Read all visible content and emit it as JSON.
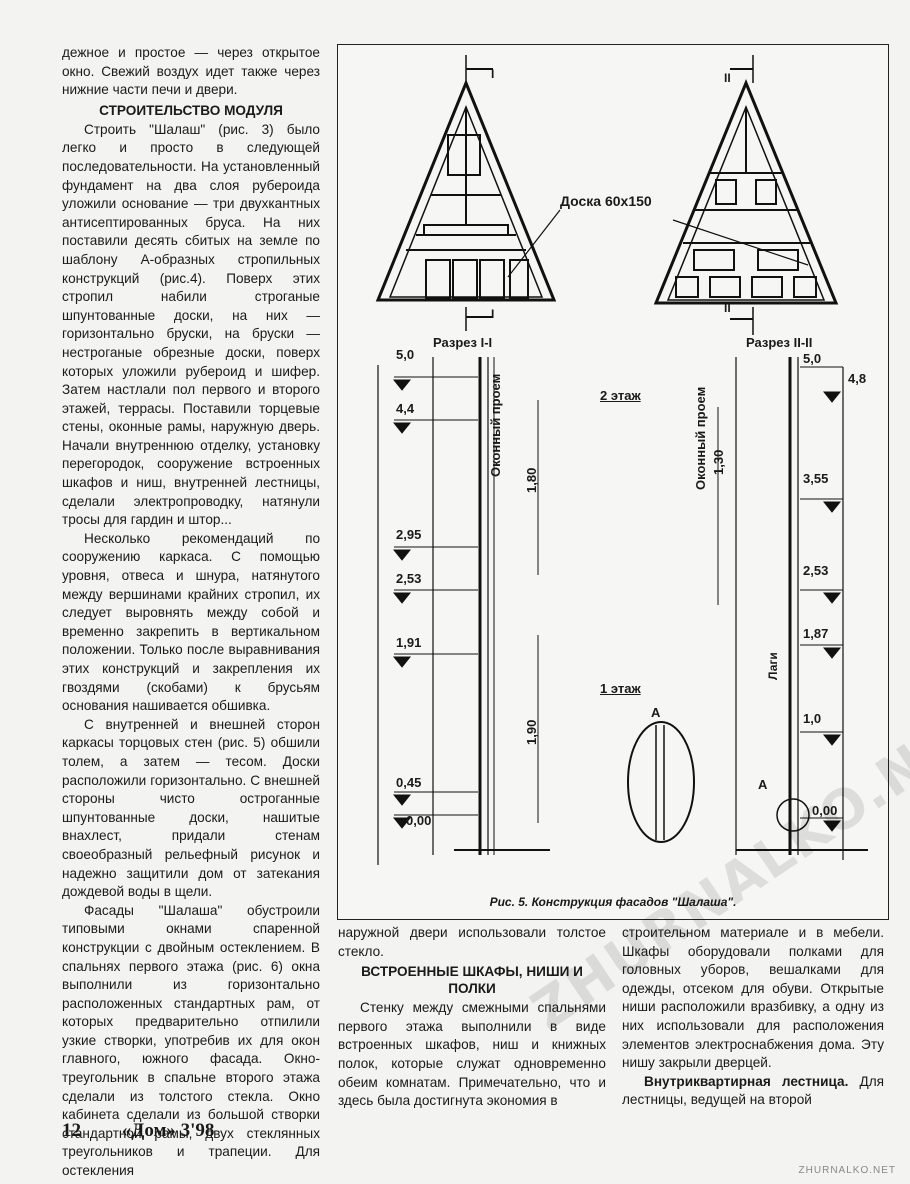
{
  "col1": {
    "p1": "дежное и простое — через открытое окно. Свежий воздух идет также через нижние части печи и двери.",
    "h1": "СТРОИТЕЛЬСТВО МОДУЛЯ",
    "p2": "Строить \"Шалаш\" (рис. 3) было легко и просто в следующей последовательности. На установленный фундамент на два слоя рубероида уложили основание — три двухкантных антисептированных бруса. На них поставили десять сбитых на земле по шаблону А-образных стропильных конструкций (рис.4). Поверх этих стропил набили строганые шпунтованные доски, на них — горизонтально бруски, на бруски — нестроганые обрезные доски, поверх которых уложили рубероид и шифер. Затем настлали пол первого и второго этажей, террасы. Поставили торцевые стены, оконные рамы, наружную дверь. Начали внутреннюю отделку, установку перегородок, сооружение встроенных шкафов и ниш, внутренней лестницы, сделали электропроводку, натянули тросы для гардин и штор...",
    "p3": "Несколько рекомендаций по сооружению каркаса. С помощью уровня, отвеса и шнура, натянутого между вершинами крайних стропил, их следует выровнять между собой и временно закрепить в вертикальном положении. Только после выравнивания этих конструкций и закрепления их гвоздями (скобами) к брусьям основания нашивается обшивка.",
    "p4": "С внутренней и внешней сторон каркасы торцовых стен (рис. 5) обшили толем, а затем — тесом. Доски расположили горизонтально. С внешней стороны чисто остроганные шпунтованные доски, нашитые внахлест, придали стенам своеобразный рельефный рисунок и надежно защитили дом от затекания дождевой воды в щели.",
    "p5": "Фасады \"Шалаша\" обустроили типовыми окнами спаренной конструкции с двойным остеклением. В спальнях первого этажа (рис. 6) окна выполнили из горизонтально расположенных стандартных рам, от которых предварительно отпилили узкие створки, употребив их для окон главного, южного фасада. Окно-треугольник в спальне второго этажа сделали из толстого стекла. Окно кабинета сделали из большой створки стандартной рамы, двух стеклянных треугольников и трапеции. Для остекления"
  },
  "col2": {
    "p1": "наружной двери использовали толстое стекло.",
    "h1": "ВСТРОЕННЫЕ ШКАФЫ, НИШИ И ПОЛКИ",
    "p2": "Стенку между смежными спальнями первого этажа выполнили в виде встроенных шкафов, ниш и книжных полок, которые служат одновременно обеим комнатам. Примечательно, что и здесь была достигнута экономия в"
  },
  "col3": {
    "p1": "строительном материале и в мебели. Шкафы оборудовали полками для головных уборов, вешалками для одежды, отсеком для обуви. Открытые ниши расположили вразбивку, а одну из них использовали для расположения элементов электроснабжения дома. Эту нишу закрыли дверцей.",
    "p2_bold": "Внутриквартирная лестница.",
    "p2_rest": " Для лестницы, ведущей на второй"
  },
  "figure": {
    "caption": "Рис. 5. Конструкция фасадов \"Шалаша\".",
    "board_label": "Доска 60х150",
    "section1_label": "Разрез I-I",
    "section2_label": "Разрез II-II",
    "mark_I": "I",
    "mark_II": "II",
    "floor2_label": "2 этаж",
    "floor1_label": "1 этаж",
    "window_opening_label": "Оконный проем",
    "lagi_label": "Лаги",
    "detail_label": "А",
    "dims_left": [
      "5,0",
      "4,4",
      "2,95",
      "2,53",
      "1,91",
      "0,45",
      "0,00"
    ],
    "dims_right": [
      "5,0",
      "4,8",
      "3,55",
      "2,53",
      "1,87",
      "1,0",
      "0,00"
    ],
    "span_left_upper": "1,80",
    "span_left_lower": "1,90",
    "span_right": "1,30"
  },
  "footer": {
    "page_number": "12",
    "magazine": "«Дом» 3'98"
  },
  "watermark": "ZHURNALKO.NET",
  "corner_mark": "ZHURNALKO.NET"
}
